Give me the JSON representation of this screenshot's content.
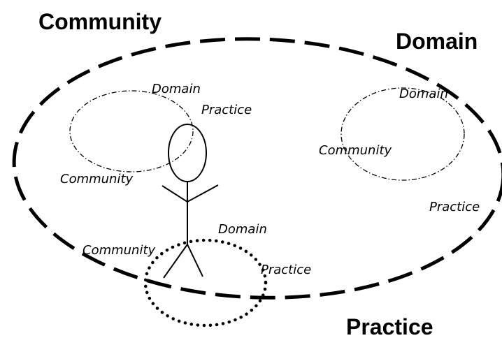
{
  "labels": {
    "community_main": "Community",
    "domain_main": "Domain",
    "practice_main": "Practice",
    "left_domain": "Domain",
    "left_practice": "Practice",
    "left_community": "Community",
    "right_domain": "Domain",
    "right_community": "Community",
    "right_practice": "Practice",
    "bottom_domain": "Domain",
    "bottom_community": "Community",
    "bottom_practice": "Practice"
  },
  "colors": {
    "stroke": "#000000",
    "background": "#ffffff"
  }
}
